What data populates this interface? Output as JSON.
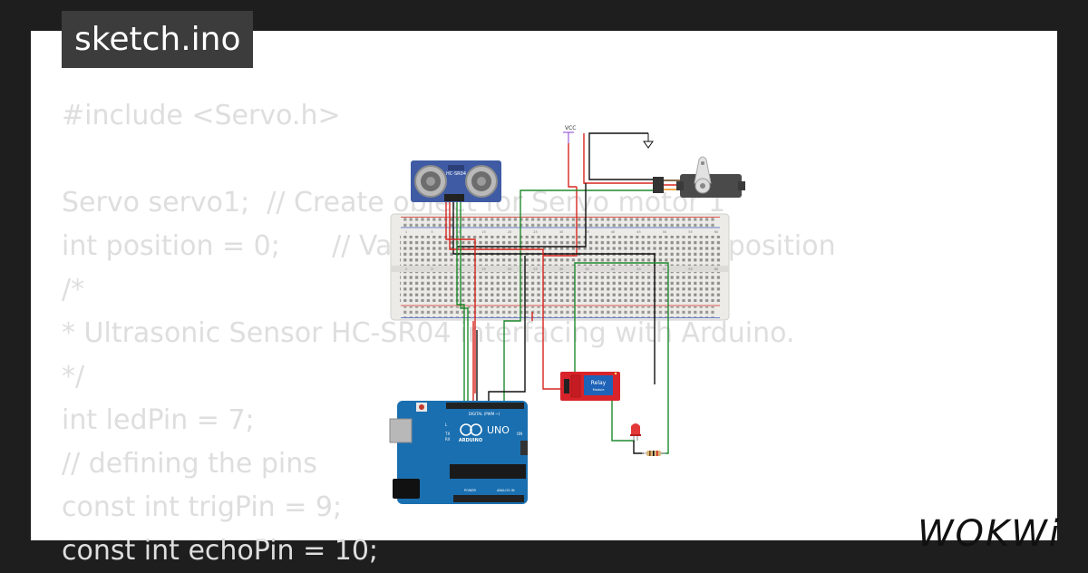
{
  "title": "sketch.ino",
  "code_lines": [
    "#include <Servo.h>",
    "",
    "Servo servo1;  // Create object for Servo motor 1",
    "int position = 0;      // Variable to store the servo position",
    "/*",
    "* Ultrasonic Sensor HC-SR04 interfacing with Arduino.",
    "*/",
    "int ledPin = 7;",
    "// defining the pins",
    "const int trigPin = 9;",
    "const int echoPin = 10;"
  ],
  "diagram": {
    "vcc_label": "VCC",
    "sensor_label": "HC-SR04",
    "relay_label": "Relay",
    "relay_sublabel": "Module",
    "board_model": "UNO",
    "board_brand": "ARDUINO",
    "board_digital_label": "DIGITAL (PWM ~)",
    "board_power_label": "POWER",
    "board_analog_label": "ANALOG IN",
    "board_on_label": "ON",
    "board_tx_label": "TX",
    "board_rx_label": "RX",
    "board_l_label": "L",
    "breadboard_col_labels": [
      "1",
      "5",
      "10",
      "15",
      "20",
      "25",
      "30",
      "35",
      "40",
      "45",
      "50",
      "55",
      "60"
    ],
    "colors": {
      "wire_red": "#d7261e",
      "wire_black": "#111111",
      "wire_green": "#1f8a2e",
      "wire_purple": "#8a3fd1",
      "board_blue": "#1a6fb0",
      "relay_red": "#d8232a",
      "breadboard": "#ecebe8"
    }
  },
  "brand": "WOKWi"
}
